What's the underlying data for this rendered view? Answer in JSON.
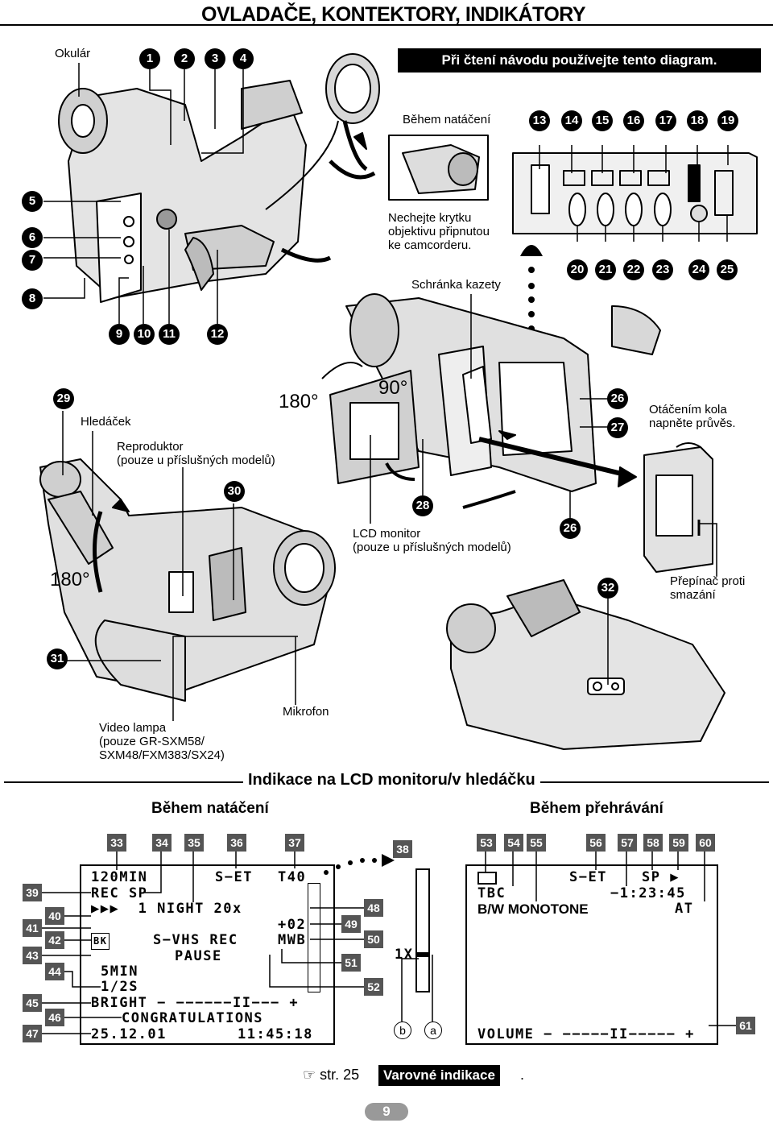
{
  "header": {
    "title": "OVLADAČE, KONTEKTORY, INDIKÁTORY",
    "banner": "Při čtení návodu používejte tento diagram."
  },
  "labels": {
    "okular": "Okulár",
    "behem_natoceni_top": "Během natáčení",
    "cover_note": "Nechejte krytku objektivu připnutou ke camcorderu.",
    "schranka": "Schránka kazety",
    "hledacek": "Hledáček",
    "reproduktor": "Reproduktor\n(pouze u příslušných modelů)",
    "deg180_top": "180°",
    "deg90": "90°",
    "deg180_left": "180°",
    "lcd": "LCD monitor\n(pouze u příslušných modelů)",
    "otacenim": "Otáčením kola\nnapněte průvěs.",
    "prepinac": "Přepínač proti\nsmazání",
    "video_lampa": "Video lampa\n(pouze GR-SXM58/\nSXM48/FXM383/SX24)",
    "mikrofon": "Mikrofon"
  },
  "circle_numbers": {
    "n1": "1",
    "n2": "2",
    "n3": "3",
    "n4": "4",
    "n5": "5",
    "n6": "6",
    "n7": "7",
    "n8": "8",
    "n9": "9",
    "n10": "10",
    "n11": "11",
    "n12": "12",
    "n13": "13",
    "n14": "14",
    "n15": "15",
    "n16": "16",
    "n17": "17",
    "n18": "18",
    "n19": "19",
    "n20": "20",
    "n21": "21",
    "n22": "22",
    "n23": "23",
    "n24": "24",
    "n25": "25",
    "n26a": "26",
    "n26b": "26",
    "n27": "27",
    "n28": "28",
    "n29": "29",
    "n30": "30",
    "n31": "31",
    "n32": "32"
  },
  "indications": {
    "title": "Indikace na LCD monitoru/v hledáčku",
    "recording_title": "Během natáčení",
    "playback_title": "Během přehrávání"
  },
  "square_numbers": {
    "s33": "33",
    "s34": "34",
    "s35": "35",
    "s36": "36",
    "s37": "37",
    "s38": "38",
    "s39": "39",
    "s40": "40",
    "s41": "41",
    "s42": "42",
    "s43": "43",
    "s44": "44",
    "s45": "45",
    "s46": "46",
    "s47": "47",
    "s48": "48",
    "s49": "49",
    "s50": "50",
    "s51": "51",
    "s52": "52",
    "s53": "53",
    "s54": "54",
    "s55": "55",
    "s56": "56",
    "s57": "57",
    "s58": "58",
    "s59": "59",
    "s60": "60",
    "s61": "61"
  },
  "rec_screen": {
    "l1a": "120MIN",
    "l1b": "S−ET",
    "l1c": "T40",
    "l2": "REC SP",
    "l3": "▶▶▶  1 NIGHT 20x",
    "l4": "+02",
    "l5a": "BK",
    "l5b": "S−VHS REC",
    "l5c": "MWB",
    "l6": "PAUSE",
    "l7": "5MIN",
    "l8": "1/2S",
    "l9": "BRIGHT − −−−−−−II−−− +",
    "l10": "CONGRATULATIONS",
    "l11a": "25.12.01",
    "l11b": "11:45:18"
  },
  "zoom": {
    "label": "1X",
    "b": "b",
    "a": "a"
  },
  "play_screen": {
    "l1a": "S−ET",
    "l1b": "SP ▶",
    "l2a": "TBC",
    "l2b": "−1:23:45",
    "l3a": "B/W MONOTONE",
    "l3b": "AT",
    "l4": "VOLUME − −−−−−II−−−−− +"
  },
  "footer": {
    "ref": "☞ str. 25",
    "warn": "Varovné indikace",
    "dot": ".",
    "page": "9"
  }
}
